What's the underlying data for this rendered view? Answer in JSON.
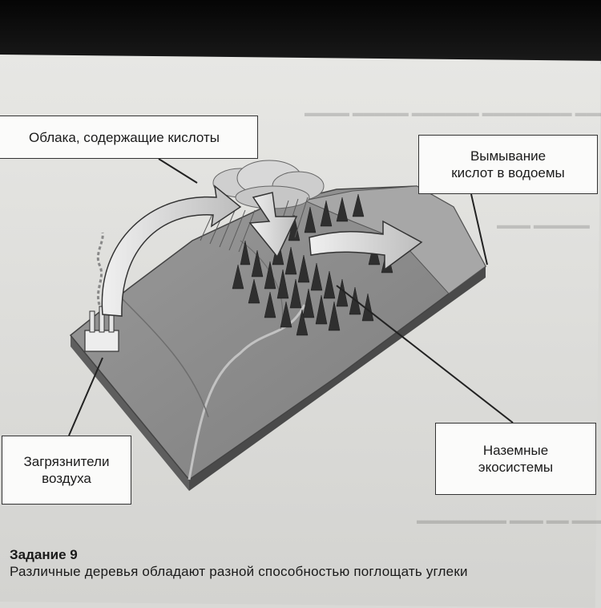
{
  "diagram": {
    "labels": {
      "clouds": "Облака, содержащие кислоты",
      "washout": "Вымывание кислот в водоемы",
      "polluters": "Загрязнители воздуха",
      "ecosystems": "Наземные экосистемы"
    }
  },
  "task": {
    "title": "Задание 9",
    "text": "Различные деревья обладают разной способностью поглощать углеки"
  },
  "colors": {
    "box_border": "#333333",
    "terrain_top": "#8e8e8e",
    "terrain_side": "#6a6a6a",
    "arrow_fill": "#d6d6d6"
  }
}
